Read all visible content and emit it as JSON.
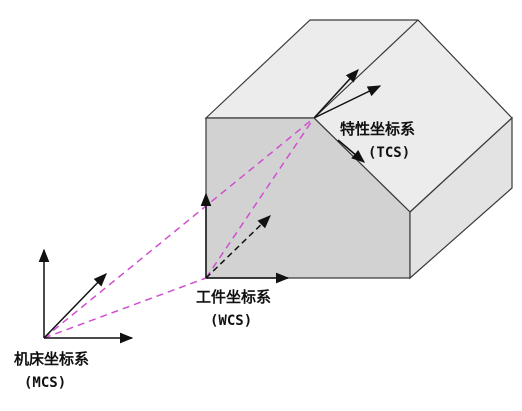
{
  "labels": {
    "tcs_name": "特性坐标系",
    "tcs_abbr": "(TCS)",
    "wcs_name": "工件坐标系",
    "wcs_abbr": "(WCS)",
    "mcs_name": "机床坐标系",
    "mcs_abbr": "(MCS)"
  },
  "colors": {
    "face_top": "#ececec",
    "face_front": "#d2d2d2",
    "face_right": "#e3e3e3",
    "edge": "#3a3a3a",
    "axis": "#111111",
    "link_dashed": "#d04fd0"
  }
}
